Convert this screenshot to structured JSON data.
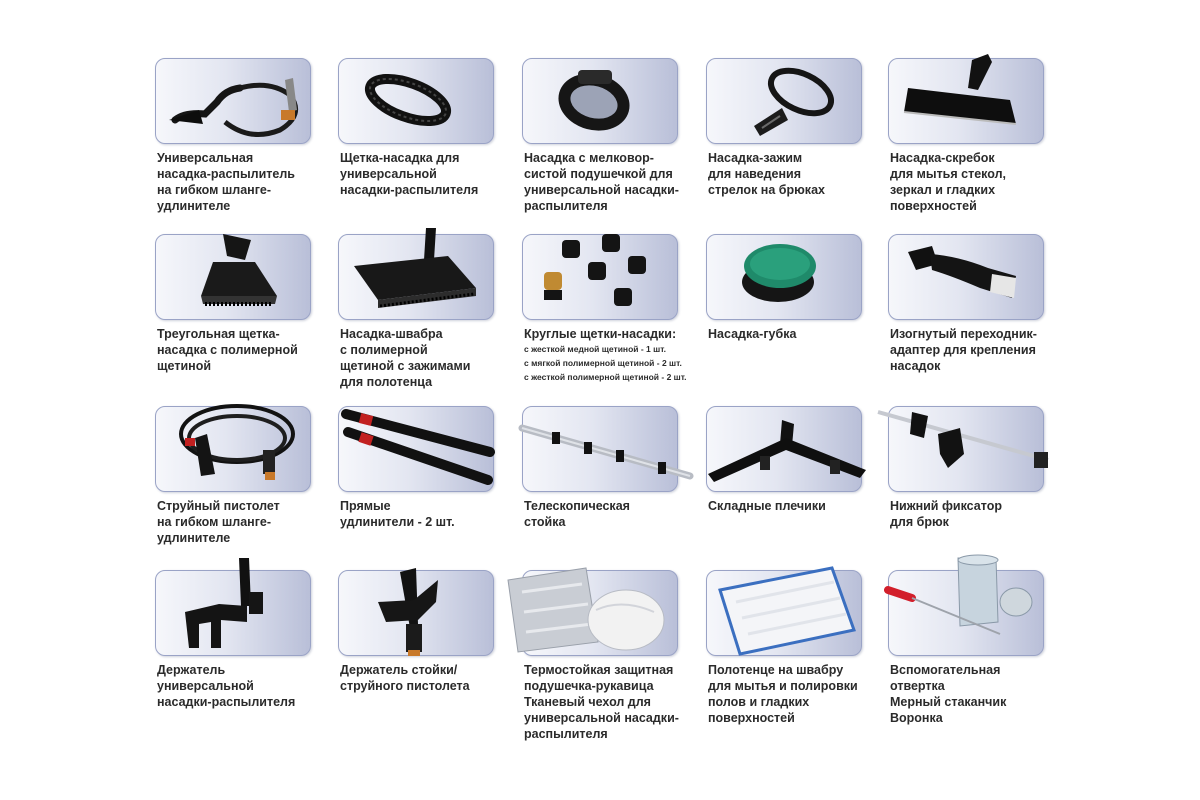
{
  "items": [
    {
      "caption": "Универсальная\nнасадка-распылитель\nна гибком шланге-\nудлинителе",
      "icon": "spray-nozzle-hose-icon"
    },
    {
      "caption": "Щетка-насадка для\nуниверсальной\nнасадки-распылителя",
      "icon": "oval-brush-icon"
    },
    {
      "caption": "Насадка с мелковор-\nсистой подушечкой для\nуниверсальной насадки-\nраспылителя",
      "icon": "fine-pad-nozzle-icon"
    },
    {
      "caption": "Насадка-зажим\nдля наведения\nстрелок на брюках",
      "icon": "clamp-nozzle-icon"
    },
    {
      "caption": "Насадка-скребок\nдля мытья стекол,\nзеркал и гладких\nповерхностей",
      "icon": "scraper-nozzle-icon"
    },
    {
      "caption": "Треугольная щетка-\nнасадка с полимерной\nщетиной",
      "icon": "triangular-brush-icon"
    },
    {
      "caption": "Насадка-швабра\nс полимерной\nщетиной с зажимами\nдля полотенца",
      "icon": "mop-nozzle-icon"
    },
    {
      "caption": "Круглые щетки-насадки:",
      "icon": "round-brushes-icon",
      "details": [
        "с жесткой медной щетиной - 1 шт.",
        "с мягкой полимерной щетиной - 2 шт.",
        "с жесткой полимерной щетиной - 2 шт."
      ]
    },
    {
      "caption": "Насадка-губка",
      "icon": "sponge-nozzle-icon"
    },
    {
      "caption": "Изогнутый переходник-\nадаптер для крепления\nнасадок",
      "icon": "curved-adapter-icon"
    },
    {
      "caption": "Струйный пистолет\nна гибком шланге-\nудлинителе",
      "icon": "jet-gun-hose-icon"
    },
    {
      "caption": "Прямые\nудлинители - 2 шт.",
      "icon": "extension-tubes-icon"
    },
    {
      "caption": "Телескопическая\nстойка",
      "icon": "telescopic-pole-icon"
    },
    {
      "caption": "Складные плечики",
      "icon": "folding-hanger-icon"
    },
    {
      "caption": "Нижний фиксатор\nдля брюк",
      "icon": "trouser-clamp-icon"
    },
    {
      "caption": "Держатель\nуниверсальной\nнасадки-распылителя",
      "icon": "nozzle-holder-icon"
    },
    {
      "caption": "Держатель стойки/\nструйного пистолета",
      "icon": "pole-gun-holder-icon"
    },
    {
      "caption": "Термостойкая защитная\nподушечка-рукавица\nТканевый чехол для\nуниверсальной насадки-\nраспылителя",
      "icon": "mitt-and-cover-icon"
    },
    {
      "caption": "Полотенце на швабру\nдля мытья и полировки\nполов и гладких\nповерхностей",
      "icon": "mop-towel-icon"
    },
    {
      "caption": "Вспомогательная\nотвертка\nМерный стаканчик\nВоронка",
      "icon": "screwdriver-cup-funnel-icon"
    }
  ]
}
